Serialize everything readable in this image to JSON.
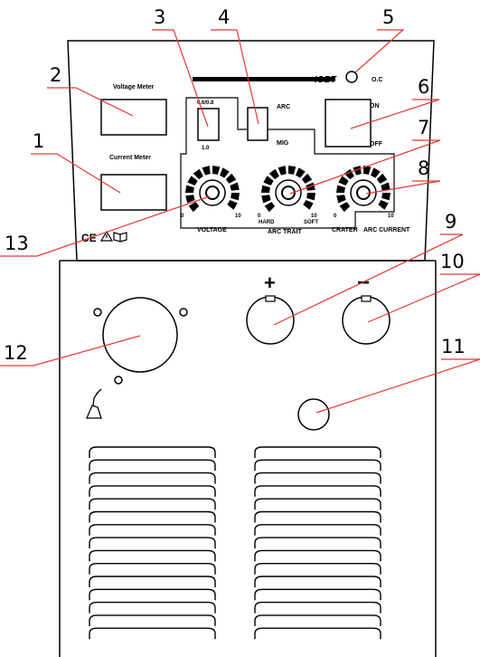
{
  "panel": {
    "labels": {
      "voltage_meter": "Voltage Meter",
      "current_meter": "Current Meter",
      "igbt": "IGBT",
      "oc": "O.C",
      "on": "ON",
      "off": "OFF",
      "arc": "ARC",
      "mig": "MIG",
      "wire_top": "0.6/0.8",
      "wire_bottom": "1.0",
      "voltage": "VOLTAGE",
      "arc_trait": "ARC TRAIT",
      "hard": "HARD",
      "soft": "SOFT",
      "crater": "CRATER",
      "arc_current": "ARC CURRENT",
      "ce": "CE",
      "plus": "+",
      "minus": "−"
    },
    "dial_scale": {
      "min": "0",
      "max": "10"
    }
  },
  "callouts": [
    "1",
    "2",
    "3",
    "4",
    "5",
    "6",
    "7",
    "8",
    "9",
    "10",
    "11",
    "12",
    "13"
  ],
  "colors": {
    "callout_line": "#e53935",
    "outline": "#000000"
  },
  "icons": [
    "warning-icon",
    "manual-book-icon",
    "mig-torch-icon"
  ]
}
